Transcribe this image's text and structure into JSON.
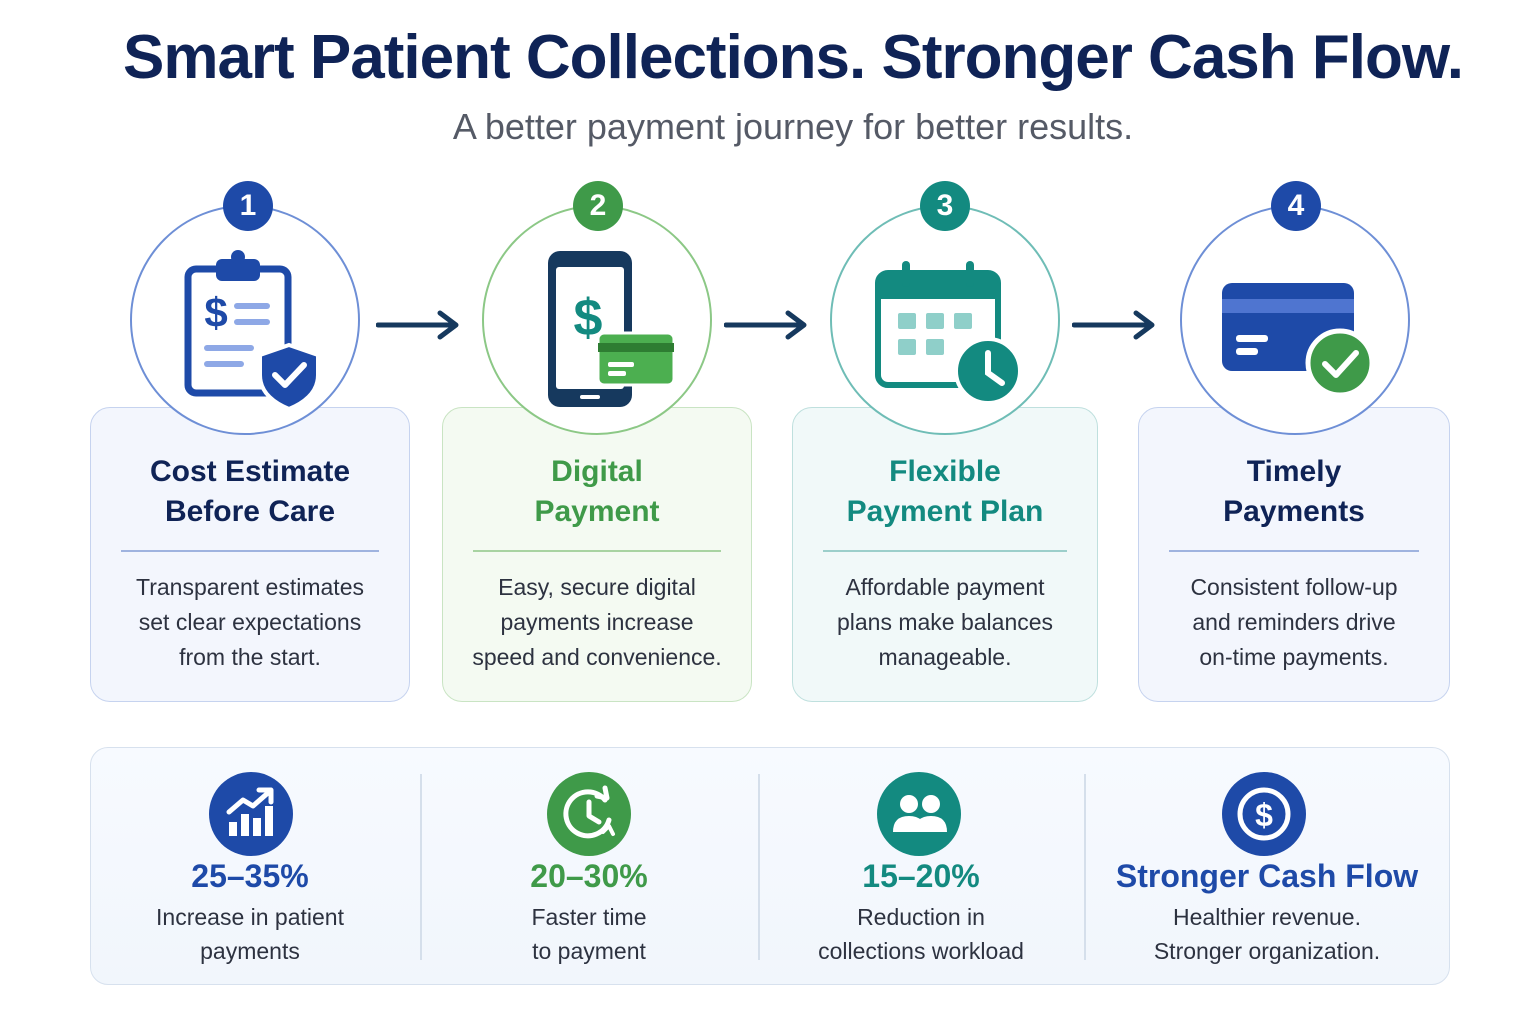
{
  "header": {
    "title": "Smart Patient Collections. Stronger Cash Flow.",
    "subtitle": "A better payment journey for better results."
  },
  "steps": [
    {
      "number": "1",
      "title_line1": "Cost Estimate",
      "title_line2": "Before Care",
      "desc_line1": "Transparent estimates",
      "desc_line2": "set clear expectations",
      "desc_line3": "from the start.",
      "icon": "clipboard-shield-icon",
      "color": "#1e4aa8"
    },
    {
      "number": "2",
      "title_line1": "Digital",
      "title_line2": "Payment",
      "desc_line1": "Easy, secure digital",
      "desc_line2": "payments increase",
      "desc_line3": "speed and convenience.",
      "icon": "phone-payment-icon",
      "color": "#3f9a49"
    },
    {
      "number": "3",
      "title_line1": "Flexible",
      "title_line2": "Payment Plan",
      "desc_line1": "Affordable payment",
      "desc_line2": "plans make balances",
      "desc_line3": "manageable.",
      "icon": "calendar-clock-icon",
      "color": "#138a80"
    },
    {
      "number": "4",
      "title_line1": "Timely",
      "title_line2": "Payments",
      "desc_line1": "Consistent follow-up",
      "desc_line2": "and reminders drive",
      "desc_line3": "on-time payments.",
      "icon": "credit-card-check-icon",
      "color": "#1e4aa8"
    }
  ],
  "stats": [
    {
      "value": "25–35%",
      "label_line1": "Increase in patient",
      "label_line2": "payments",
      "icon": "growth-chart-icon",
      "color": "#1e4aa8"
    },
    {
      "value": "20–30%",
      "label_line1": "Faster time",
      "label_line2": "to payment",
      "icon": "clock-cycle-icon",
      "color": "#3f9a49"
    },
    {
      "value": "15–20%",
      "label_line1": "Reduction in",
      "label_line2": "collections workload",
      "icon": "people-icon",
      "color": "#138a80"
    },
    {
      "value": "Stronger Cash Flow",
      "label_line1": "Healthier revenue.",
      "label_line2": "Stronger organization.",
      "icon": "dollar-coin-icon",
      "color": "#1e4aa8"
    }
  ]
}
